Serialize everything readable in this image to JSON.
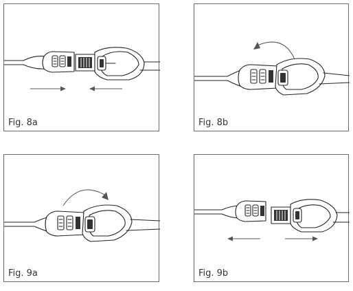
{
  "figures": [
    {
      "id": "8a",
      "caption": "Fig. 8a",
      "state": "separated",
      "motion": "arrows-toward-each-other"
    },
    {
      "id": "8b",
      "caption": "Fig. 8b",
      "state": "connected",
      "motion": "arc-arrow-counterclockwise"
    },
    {
      "id": "9a",
      "caption": "Fig. 9a",
      "state": "connected",
      "motion": "arc-arrow-clockwise"
    },
    {
      "id": "9b",
      "caption": "Fig. 9b",
      "state": "separated",
      "motion": "arrows-away-from-each-other"
    }
  ]
}
